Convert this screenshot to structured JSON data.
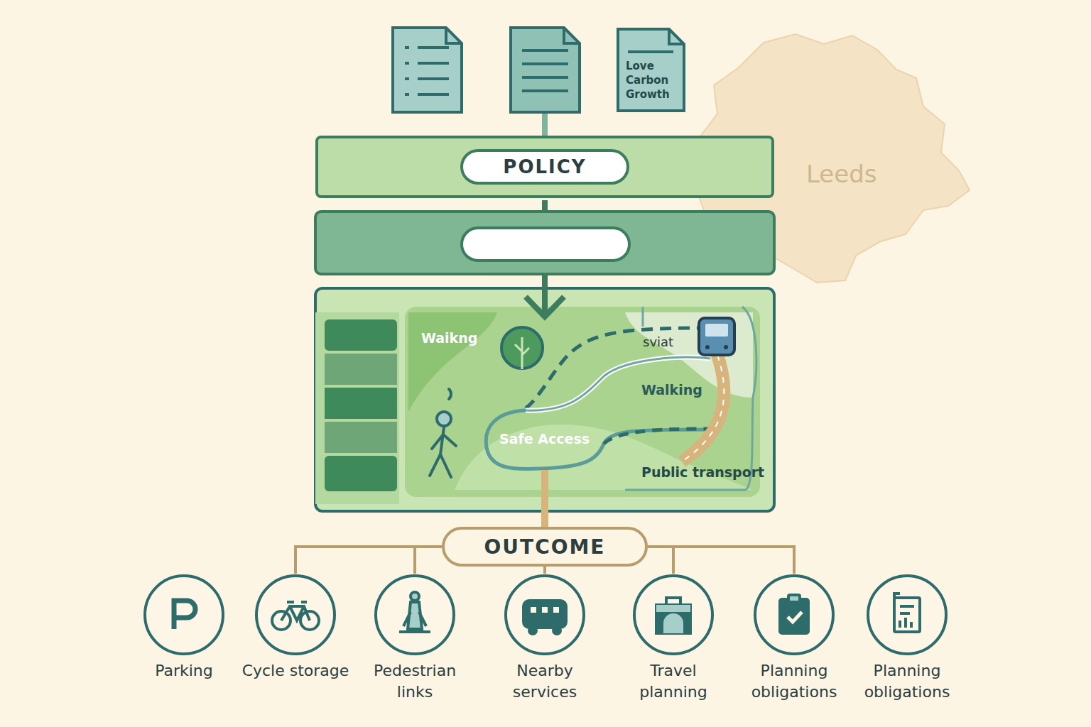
{
  "diagram": {
    "nodes": [
      {
        "text": [
          "Love Carbon Growth"
        ]
      },
      {
        "text": [
          "POLICY"
        ]
      },
      {
        "text": [
          "OUTCOME"
        ]
      },
      {
        "text": [
          "Parking"
        ]
      },
      {
        "text": [
          "Cycle storage"
        ]
      },
      {
        "text": [
          "Pedestrian links"
        ]
      },
      {
        "text": [
          "Nearby services"
        ]
      },
      {
        "text": [
          "Travel planning"
        ]
      },
      {
        "text": [
          "Planning obligations"
        ]
      },
      {
        "text": [
          "Planning obligations"
        ]
      }
    ],
    "edges": [
      {
        "from": 2,
        "to": 4,
        "arrow": "none"
      },
      {
        "from": 2,
        "to": 5,
        "arrow": "none"
      },
      {
        "from": 2,
        "to": 6,
        "arrow": "none"
      },
      {
        "from": 2,
        "to": 7,
        "arrow": "none"
      },
      {
        "from": 2,
        "to": 8,
        "arrow": "none"
      }
    ],
    "labels": [
      "Leeds",
      "Waikng",
      "sviat",
      "Walking",
      "Safe Access",
      "Public transport"
    ]
  }
}
